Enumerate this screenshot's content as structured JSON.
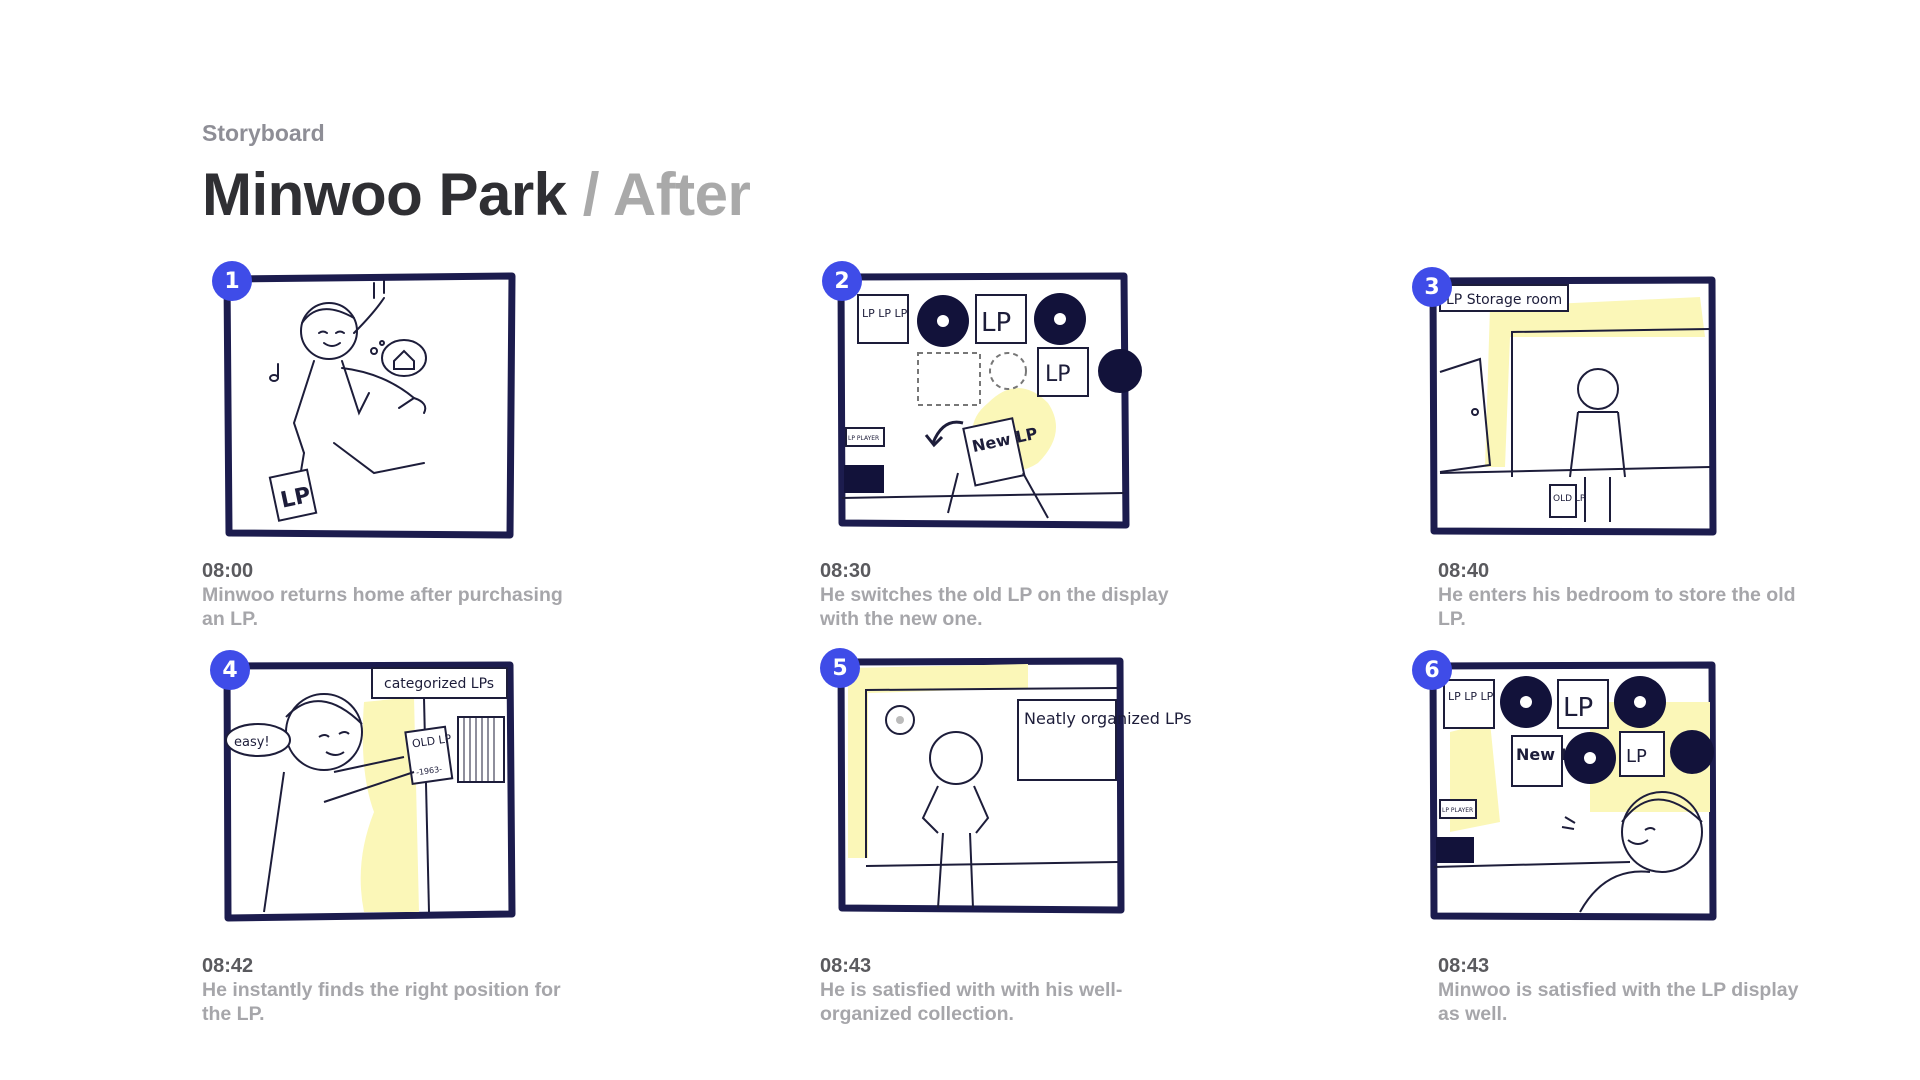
{
  "header": {
    "eyebrow": "Storyboard",
    "name": "Minwoo Park",
    "separator": "/",
    "variant": "After"
  },
  "colors": {
    "badge": "#3f4ce8",
    "frame": "#1c1c4e",
    "highlight": "#fbf7b8",
    "caption": "#a6a6aa",
    "time": "#5a5a5e"
  },
  "panels": [
    {
      "number": "1",
      "time": "08:00",
      "caption": "Minwoo returns home after purchasing an LP.",
      "sketch_text": [
        "LP"
      ]
    },
    {
      "number": "2",
      "time": "08:30",
      "caption": "He switches the old LP on the display with the new one.",
      "sketch_text": [
        "LP LP LP",
        "LP",
        "LP",
        "New LP",
        "LP PLAYER"
      ]
    },
    {
      "number": "3",
      "time": "08:40",
      "caption": "He enters his bedroom to store the old LP.",
      "sketch_text": [
        "LP Storage room",
        "OLD LP"
      ]
    },
    {
      "number": "4",
      "time": "08:42",
      "caption": "He instantly finds the right position for the LP.",
      "sketch_text": [
        "categorized LPs",
        "easy!",
        "OLD LP",
        "-1963-"
      ]
    },
    {
      "number": "5",
      "time": "08:43",
      "caption": "He is satisfied with with his well-organized collection.",
      "sketch_text": [
        "Neatly organized LPs"
      ]
    },
    {
      "number": "6",
      "time": "08:43",
      "caption": "Minwoo is satisfied with the LP display as well.",
      "sketch_text": [
        "LP LP LP",
        "LP",
        "New LP",
        "LP",
        "LP PLAYER"
      ]
    }
  ]
}
